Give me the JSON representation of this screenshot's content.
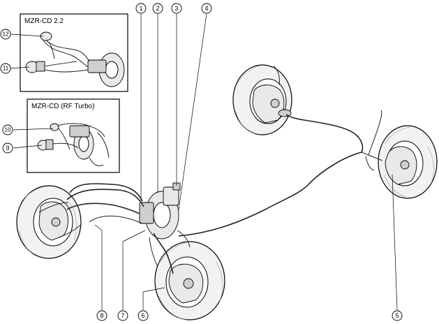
{
  "insets": [
    {
      "id": "mzr-cd-22",
      "title": "MZR-CD 2.2"
    },
    {
      "id": "mzr-cd-rf-turbo",
      "title": "MZR-CD (RF Turbo)"
    }
  ],
  "callouts": [
    "1",
    "2",
    "3",
    "4",
    "5",
    "6",
    "7",
    "8",
    "9",
    "10",
    "11",
    "12"
  ]
}
